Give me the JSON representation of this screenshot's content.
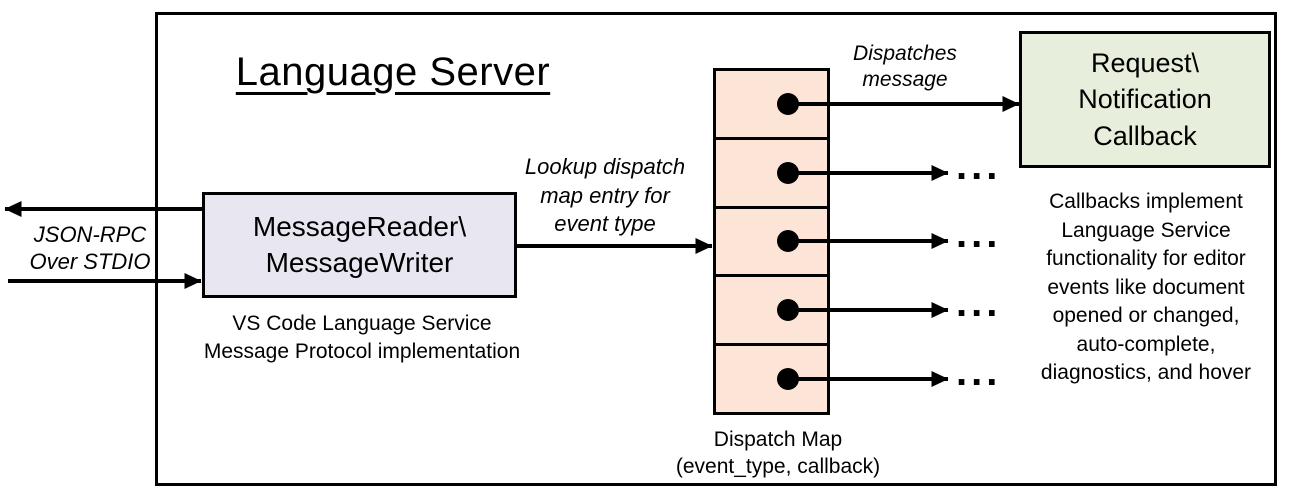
{
  "title": "Language Server",
  "left_io": {
    "label": [
      "JSON-RPC",
      "Over STDIO"
    ]
  },
  "reader_box": {
    "label": [
      "MessageReader\\",
      "MessageWriter"
    ],
    "caption": [
      "VS Code Language Service",
      "Message Protocol implementation"
    ]
  },
  "lookup_label": [
    "Lookup dispatch",
    "map entry for",
    "event type"
  ],
  "dispatches_label": [
    "Dispatches",
    "message"
  ],
  "dispatch_map": {
    "caption": [
      "Dispatch Map",
      "(event_type, callback)"
    ],
    "cell_count": 5
  },
  "callback_box": {
    "label": [
      "Request\\",
      "Notification",
      "Callback"
    ],
    "description": [
      "Callbacks implement",
      "Language Service",
      "functionality for editor",
      "events like document",
      "opened or changed,",
      "auto-complete,",
      "diagnostics, and hover"
    ]
  },
  "ellipsis": "...",
  "colors": {
    "reader_fill": "#e8e6f0",
    "map_fill": "#fce5d6",
    "callback_fill": "#e7eedc",
    "line": "#000000"
  }
}
